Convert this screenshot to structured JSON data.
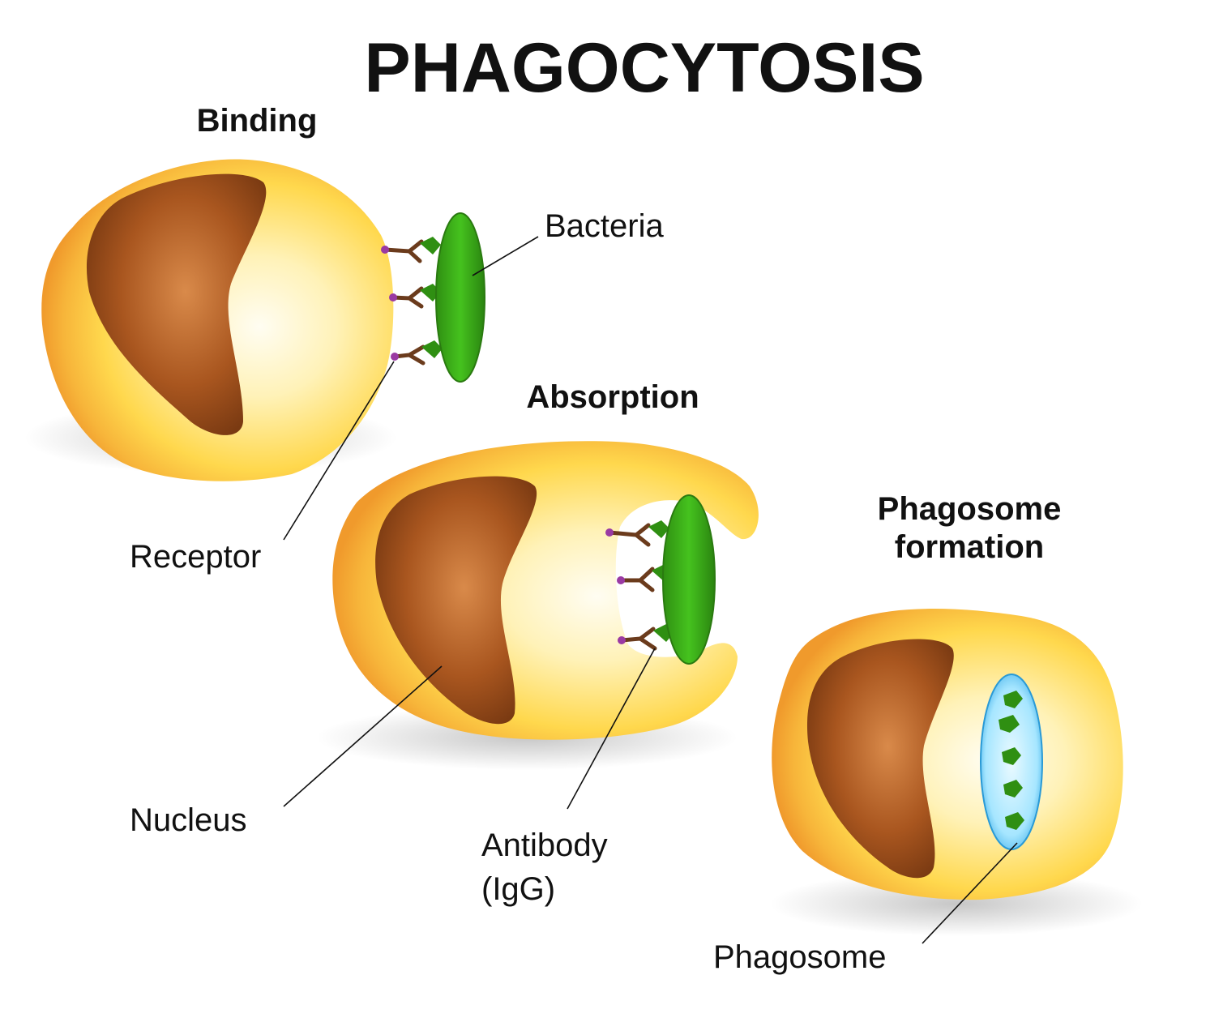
{
  "title": "PHAGOCYTOSIS",
  "stages": {
    "binding": "Binding",
    "absorption": "Absorption",
    "phagosome_formation": [
      "Phagosome",
      "formation"
    ]
  },
  "labels": {
    "bacteria": "Bacteria",
    "receptor": "Receptor",
    "nucleus": "Nucleus",
    "antibody": [
      "Antibody",
      "(IgG)"
    ],
    "phagosome": "Phagosome"
  },
  "colors": {
    "cell_outer": "#f2a23c",
    "cell_inner": "#ffe680",
    "cell_center": "#fffbe6",
    "nucleus": "#a8521c",
    "bacteria": "#35a818",
    "antibody": "#6b3b1c",
    "receptor": "#9a3aa3",
    "phagosome": "#9fe3ff"
  }
}
